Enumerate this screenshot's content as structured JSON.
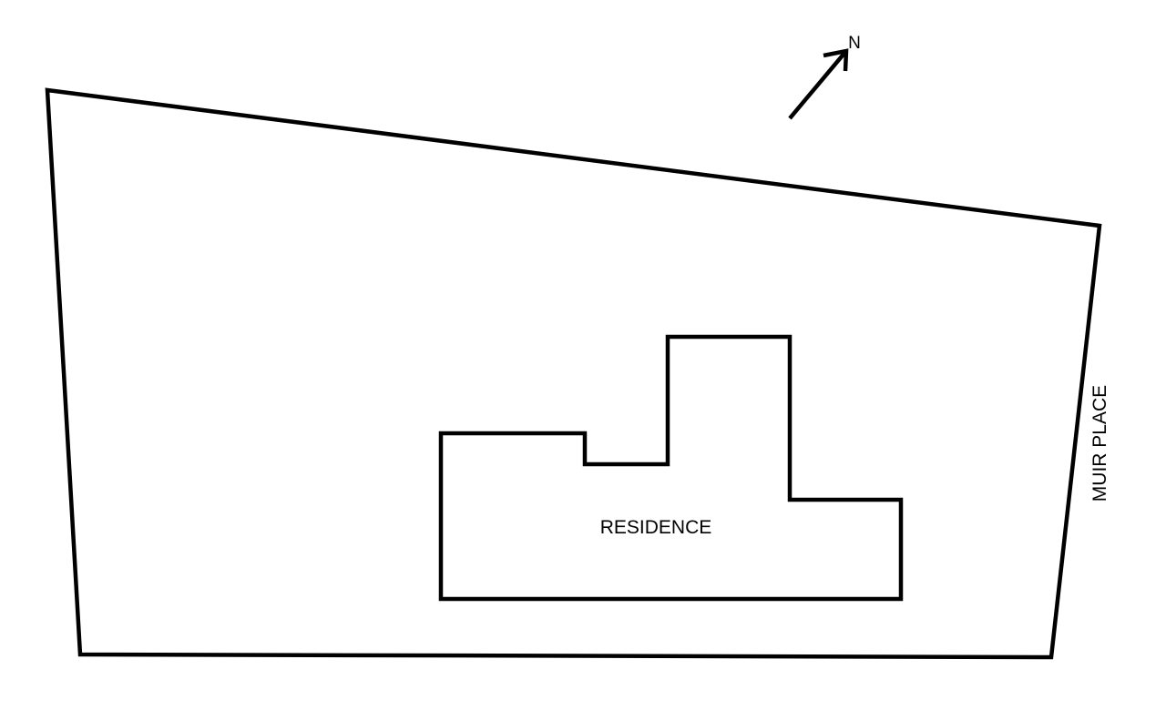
{
  "diagram": {
    "lot": {
      "street_label": "MUIR PLACE"
    },
    "building": {
      "label": "RESIDENCE"
    },
    "north_arrow": {
      "label": "N",
      "icon": "north-arrow-icon"
    },
    "colors": {
      "line": "#000000",
      "background": "#ffffff"
    }
  }
}
